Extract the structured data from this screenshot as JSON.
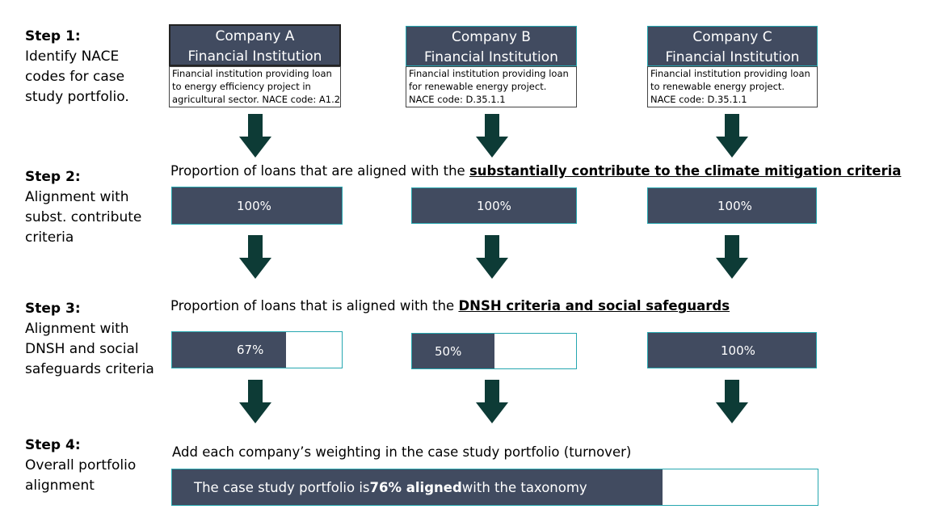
{
  "steps": [
    {
      "title": "Step 1:",
      "lines": [
        "Identify NACE",
        "codes for case",
        "study portfolio."
      ]
    },
    {
      "title": "Step 2:",
      "lines": [
        "Alignment with",
        "subst. contribute",
        "criteria"
      ]
    },
    {
      "title": "Step 3:",
      "lines": [
        "Alignment with",
        "DNSH and social",
        "safeguards criteria"
      ]
    },
    {
      "title": "Step 4:",
      "lines": [
        "Overall portfolio",
        "alignment"
      ]
    }
  ],
  "companies": [
    {
      "name": "Company A",
      "type": "Financial Institution",
      "desc": [
        "Financial institution providing loan",
        "to energy efficiency project in",
        "agricultural sector. NACE code: A1.2"
      ]
    },
    {
      "name": "Company B",
      "type": "Financial Institution",
      "desc": [
        "Financial institution providing loan",
        "for renewable energy project.",
        "NACE code: D.35.1.1"
      ]
    },
    {
      "name": "Company C",
      "type": "Financial Institution",
      "desc": [
        "Financial institution providing loan",
        "to renewable energy project.",
        "NACE code: D.35.1.1"
      ]
    }
  ],
  "step2": {
    "caption_prefix": "Proportion of loans that are aligned with the ",
    "caption_emph": "substantially contribute to the climate mitigation criteria",
    "bars": [
      {
        "label": "100%",
        "value": 100
      },
      {
        "label": "100%",
        "value": 100
      },
      {
        "label": "100%",
        "value": 100
      }
    ]
  },
  "step3": {
    "caption_prefix": "Proportion of loans that is aligned with the ",
    "caption_emph": "DNSH criteria and social safeguards",
    "bars": [
      {
        "label": "67%",
        "value": 67
      },
      {
        "label": "50%",
        "value": 50
      },
      {
        "label": "100%",
        "value": 100
      }
    ]
  },
  "step4": {
    "caption": "Add each company’s weighting in the case study portfolio (turnover)",
    "result_prefix": "The case study portfolio is ",
    "result_emph": "76% aligned",
    "result_suffix": " with the taxonomy",
    "value": 76
  },
  "colors": {
    "fill": "#414b60",
    "arrow": "#0d3b36",
    "border": "#26a7b0"
  }
}
